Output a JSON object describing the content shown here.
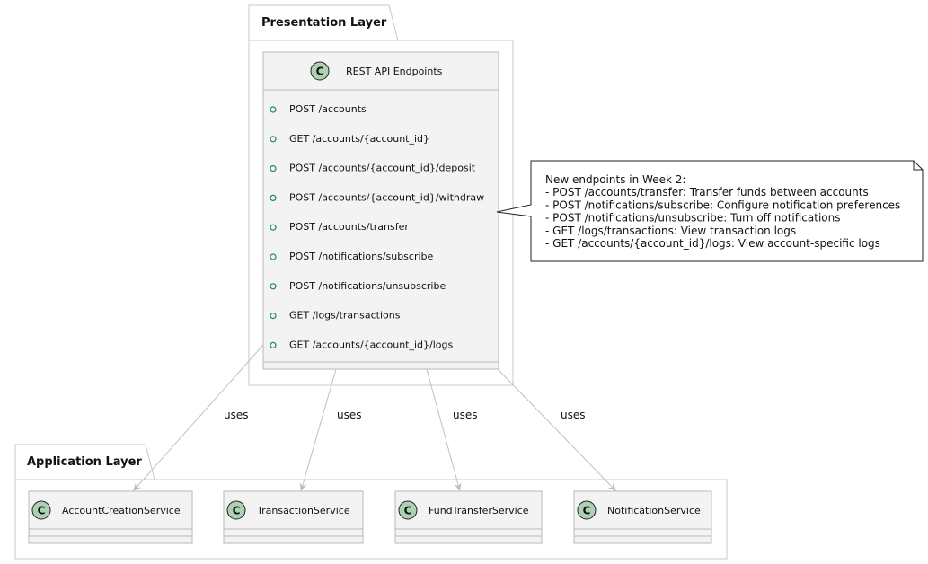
{
  "presentation_layer": {
    "title": "Presentation Layer",
    "rest_api": {
      "stereotype_icon": "C",
      "name": "REST API Endpoints",
      "endpoints": [
        "POST /accounts",
        "GET /accounts/{account_id}",
        "POST /accounts/{account_id}/deposit",
        "POST /accounts/{account_id}/withdraw",
        "POST /accounts/transfer",
        "POST /notifications/subscribe",
        "POST /notifications/unsubscribe",
        "GET /logs/transactions",
        "GET /accounts/{account_id}/logs"
      ]
    }
  },
  "note": {
    "lines": [
      "New endpoints in Week 2:",
      "- POST /accounts/transfer: Transfer funds between accounts",
      "- POST /notifications/subscribe: Configure notification preferences",
      "- POST /notifications/unsubscribe: Turn off notifications",
      "- GET /logs/transactions: View transaction logs",
      "- GET /accounts/{account_id}/logs: View account-specific logs"
    ]
  },
  "application_layer": {
    "title": "Application Layer",
    "services": [
      {
        "icon": "C",
        "name": "AccountCreationService"
      },
      {
        "icon": "C",
        "name": "TransactionService"
      },
      {
        "icon": "C",
        "name": "FundTransferService"
      },
      {
        "icon": "C",
        "name": "NotificationService"
      }
    ]
  },
  "relations": [
    {
      "label": "uses"
    },
    {
      "label": "uses"
    },
    {
      "label": "uses"
    },
    {
      "label": "uses"
    }
  ],
  "colors": {
    "class_fill": "#f3f3f3",
    "class_border": "#b8b8b8",
    "stereotype_circle": "#add1b2",
    "package_border": "#bdbdbd",
    "arrow": "#c0c0c0"
  }
}
